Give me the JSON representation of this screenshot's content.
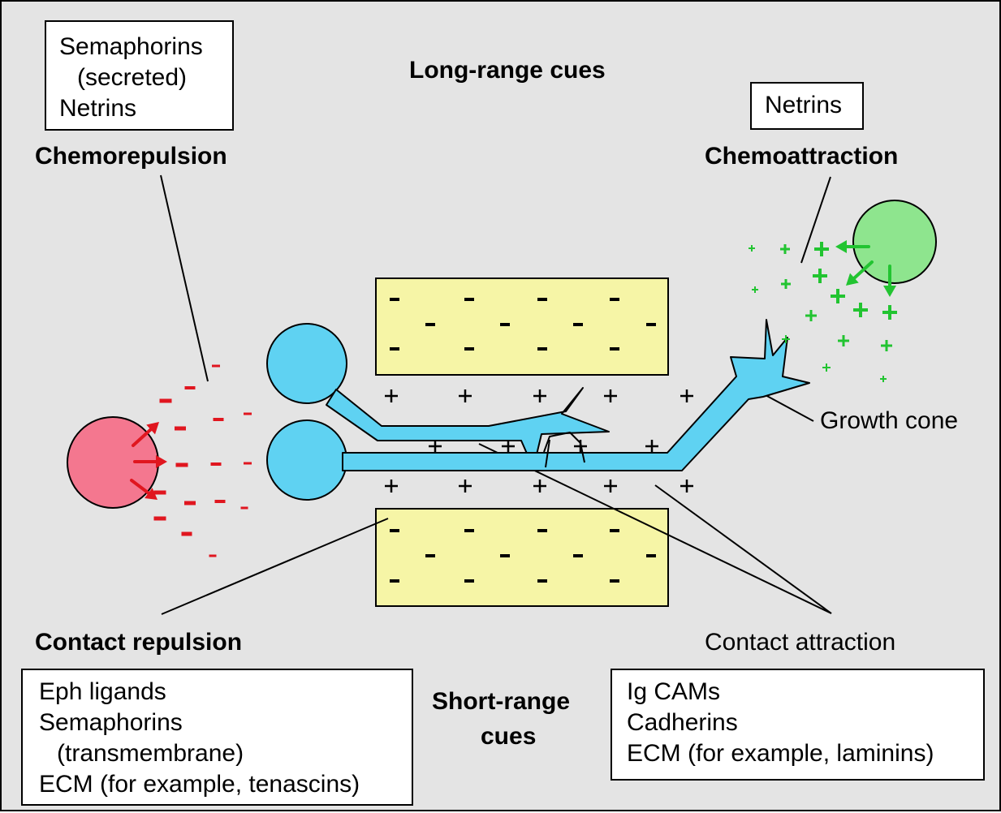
{
  "colors": {
    "background": "#e4e4e4",
    "neuron": "#5fd2f2",
    "repulsive_cell": "#f4778f",
    "attractive_cell": "#8ee58e",
    "attractive_signal": "#22c431",
    "repulsive_signal": "#e0161f",
    "substrate": "#f6f5a6"
  },
  "headings": {
    "long_range": "Long-range cues",
    "short_range_line1": "Short-range",
    "short_range_line2": "cues",
    "chemorepulsion": "Chemorepulsion",
    "chemoattraction": "Chemoattraction",
    "contact_repulsion": "Contact repulsion",
    "contact_attraction": "Contact attraction",
    "growth_cone": "Growth cone"
  },
  "boxes": {
    "chemorepulsion_molecules": [
      "Semaphorins",
      "(secreted)",
      "Netrins"
    ],
    "chemoattraction_molecules": [
      "Netrins"
    ],
    "contact_repulsion_molecules": [
      "Eph ligands",
      "Semaphorins",
      "(transmembrane)",
      "ECM (for example, tenascins)"
    ],
    "contact_attraction_molecules": [
      "Ig CAMs",
      "Cadherins",
      "ECM (for example, laminins)"
    ]
  },
  "signs": {
    "minus": "-",
    "plus": "+"
  }
}
